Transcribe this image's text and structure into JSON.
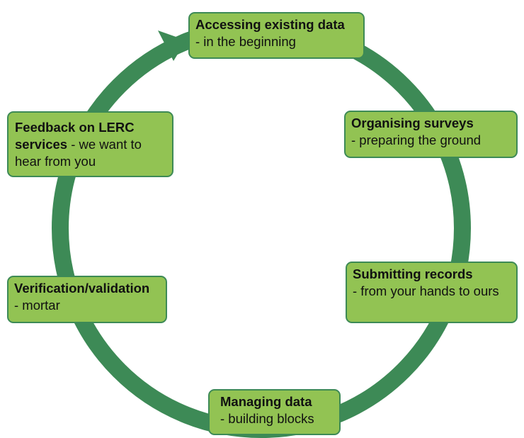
{
  "stages": [
    {
      "id": "accessing",
      "title": "Accessing existing data",
      "desc": "- in the beginning"
    },
    {
      "id": "organising",
      "title": "Organising surveys",
      "desc": "- preparing the ground"
    },
    {
      "id": "submitting",
      "title": "Submitting records",
      "desc": "- from your hands to ours"
    },
    {
      "id": "managing",
      "title": "Managing data",
      "desc": "- building blocks"
    },
    {
      "id": "verification",
      "title": "Verification/validation",
      "desc": "- mortar"
    },
    {
      "id": "feedback",
      "title": "Feedback on LERC services",
      "desc": " - we want to hear from you"
    }
  ],
  "colors": {
    "ring": "#3d8a56",
    "box_fill": "#92c353",
    "box_border": "#3d8a56",
    "text": "#111111"
  }
}
